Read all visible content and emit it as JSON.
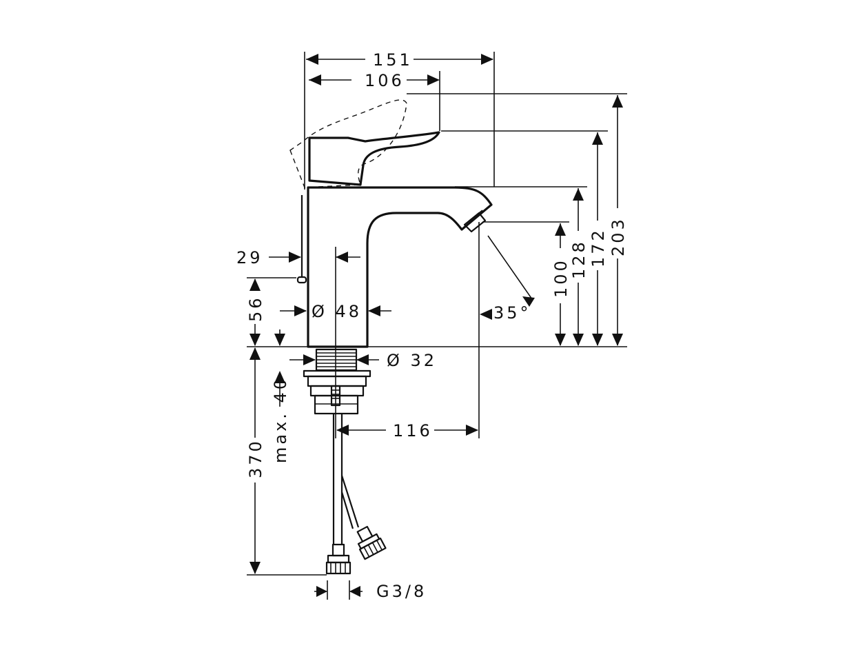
{
  "dimensions": {
    "width_overall": "151",
    "width_lever": "106",
    "height_203": "203",
    "height_172": "172",
    "height_128": "128",
    "height_100": "100",
    "offset_29": "29",
    "height_56": "56",
    "body_diameter": "Ø 48",
    "shank_diameter": "Ø 32",
    "spout_projection": "116",
    "mount_length": "370",
    "max_thickness": "max. 40",
    "spray_angle": "35°",
    "hose_thread": "G3/8"
  }
}
